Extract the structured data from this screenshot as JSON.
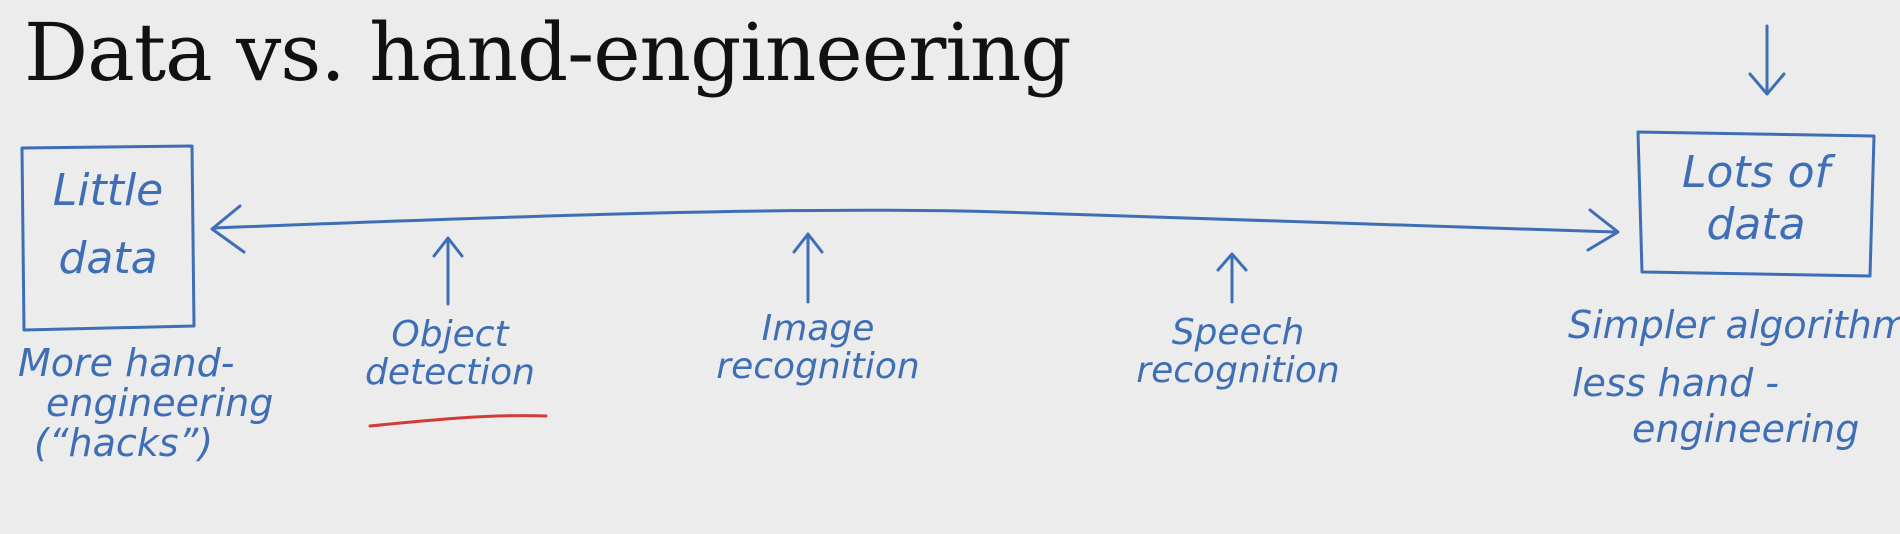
{
  "title": "Data vs. hand-engineering",
  "colors": {
    "ink": "#3e6fb6",
    "underline": "#d43a3a",
    "background": "#ececec"
  },
  "left_end": {
    "box_lines": [
      "Little",
      "data"
    ],
    "note_lines": [
      "More hand-",
      "engineering",
      "(“hacks”)"
    ]
  },
  "right_end": {
    "box_lines": [
      "Lots of",
      "data"
    ],
    "note_lines": [
      "Simpler algorithms",
      "less hand -",
      "engineering"
    ]
  },
  "points": [
    {
      "lines": [
        "Object",
        "detection"
      ],
      "underlined": true
    },
    {
      "lines": [
        "Image",
        "recognition"
      ],
      "underlined": false
    },
    {
      "lines": [
        "Speech",
        "recognition"
      ],
      "underlined": false
    }
  ]
}
